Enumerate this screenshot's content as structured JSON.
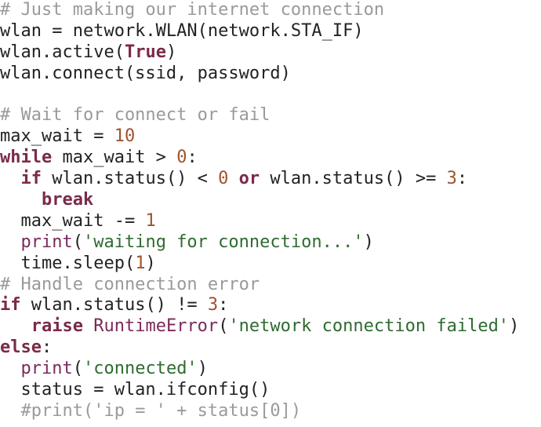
{
  "code_lines": [
    {
      "parts": [
        {
          "t": "comment",
          "v": "# Just making our internet connection"
        }
      ]
    },
    {
      "parts": [
        {
          "t": "text",
          "v": "wlan = network.WLAN(network.STA_IF)"
        }
      ]
    },
    {
      "parts": [
        {
          "t": "text",
          "v": "wlan.active("
        },
        {
          "t": "kw",
          "v": "True"
        },
        {
          "t": "text",
          "v": ")"
        }
      ]
    },
    {
      "parts": [
        {
          "t": "text",
          "v": "wlan.connect(ssid, password)"
        }
      ]
    },
    {
      "parts": []
    },
    {
      "parts": [
        {
          "t": "comment",
          "v": "# Wait for connect or fail"
        }
      ]
    },
    {
      "parts": [
        {
          "t": "text",
          "v": "max_wait = "
        },
        {
          "t": "num",
          "v": "10"
        }
      ]
    },
    {
      "parts": [
        {
          "t": "kw",
          "v": "while"
        },
        {
          "t": "text",
          "v": " max_wait > "
        },
        {
          "t": "num",
          "v": "0"
        },
        {
          "t": "text",
          "v": ":"
        }
      ]
    },
    {
      "parts": [
        {
          "t": "text",
          "v": "  "
        },
        {
          "t": "kw",
          "v": "if"
        },
        {
          "t": "text",
          "v": " wlan.status() < "
        },
        {
          "t": "num",
          "v": "0"
        },
        {
          "t": "text",
          "v": " "
        },
        {
          "t": "kw",
          "v": "or"
        },
        {
          "t": "text",
          "v": " wlan.status() >= "
        },
        {
          "t": "num",
          "v": "3"
        },
        {
          "t": "text",
          "v": ":"
        }
      ]
    },
    {
      "parts": [
        {
          "t": "text",
          "v": "    "
        },
        {
          "t": "kw",
          "v": "break"
        }
      ]
    },
    {
      "parts": [
        {
          "t": "text",
          "v": "  max_wait -= "
        },
        {
          "t": "num",
          "v": "1"
        }
      ]
    },
    {
      "parts": [
        {
          "t": "text",
          "v": "  "
        },
        {
          "t": "builtin",
          "v": "print"
        },
        {
          "t": "text",
          "v": "("
        },
        {
          "t": "str",
          "v": "'waiting for connection...'"
        },
        {
          "t": "text",
          "v": ")"
        }
      ]
    },
    {
      "parts": [
        {
          "t": "text",
          "v": "  time.sleep("
        },
        {
          "t": "num",
          "v": "1"
        },
        {
          "t": "text",
          "v": ")"
        }
      ]
    },
    {
      "parts": [
        {
          "t": "comment",
          "v": "# Handle connection error"
        }
      ]
    },
    {
      "parts": [
        {
          "t": "kw",
          "v": "if"
        },
        {
          "t": "text",
          "v": " wlan.status() != "
        },
        {
          "t": "num",
          "v": "3"
        },
        {
          "t": "text",
          "v": ":"
        }
      ]
    },
    {
      "parts": [
        {
          "t": "text",
          "v": "   "
        },
        {
          "t": "kw",
          "v": "raise"
        },
        {
          "t": "text",
          "v": " "
        },
        {
          "t": "builtin",
          "v": "RuntimeError"
        },
        {
          "t": "text",
          "v": "("
        },
        {
          "t": "str",
          "v": "'network connection failed'"
        },
        {
          "t": "text",
          "v": ")"
        }
      ]
    },
    {
      "parts": [
        {
          "t": "kw",
          "v": "else"
        },
        {
          "t": "text",
          "v": ":"
        }
      ]
    },
    {
      "parts": [
        {
          "t": "text",
          "v": "  "
        },
        {
          "t": "builtin",
          "v": "print"
        },
        {
          "t": "text",
          "v": "("
        },
        {
          "t": "str",
          "v": "'connected'"
        },
        {
          "t": "text",
          "v": ")"
        }
      ]
    },
    {
      "parts": [
        {
          "t": "text",
          "v": "  status = wlan.ifconfig()"
        }
      ]
    },
    {
      "parts": [
        {
          "t": "text",
          "v": "  "
        },
        {
          "t": "comment",
          "v": "#print('ip = ' + status[0])"
        }
      ]
    }
  ],
  "colors": {
    "comment": "#9a9a9a",
    "keyword": "#7a2a4a",
    "number": "#a0522d",
    "string": "#2e6b30",
    "text": "#222222",
    "background": "#ffffff"
  }
}
